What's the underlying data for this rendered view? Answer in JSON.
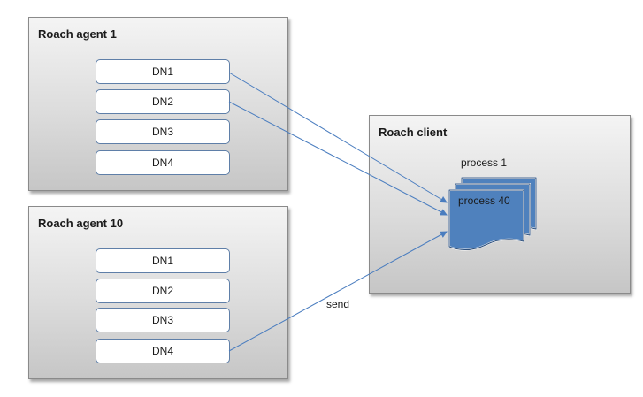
{
  "agents": [
    {
      "title": "Roach agent 1",
      "data_nodes": [
        "DN1",
        "DN2",
        "DN3",
        "DN4"
      ]
    },
    {
      "title": "Roach agent 10",
      "data_nodes": [
        "DN1",
        "DN2",
        "DN3",
        "DN4"
      ]
    }
  ],
  "client": {
    "title": "Roach client",
    "process_first": "process 1",
    "process_last": "process 40"
  },
  "edge_label": "send",
  "colors": {
    "arrow": "#4a7dbf",
    "process_fill": "#4f81bd",
    "process_stroke": "#2c4f7c",
    "dn_border": "#5f7fa8"
  }
}
